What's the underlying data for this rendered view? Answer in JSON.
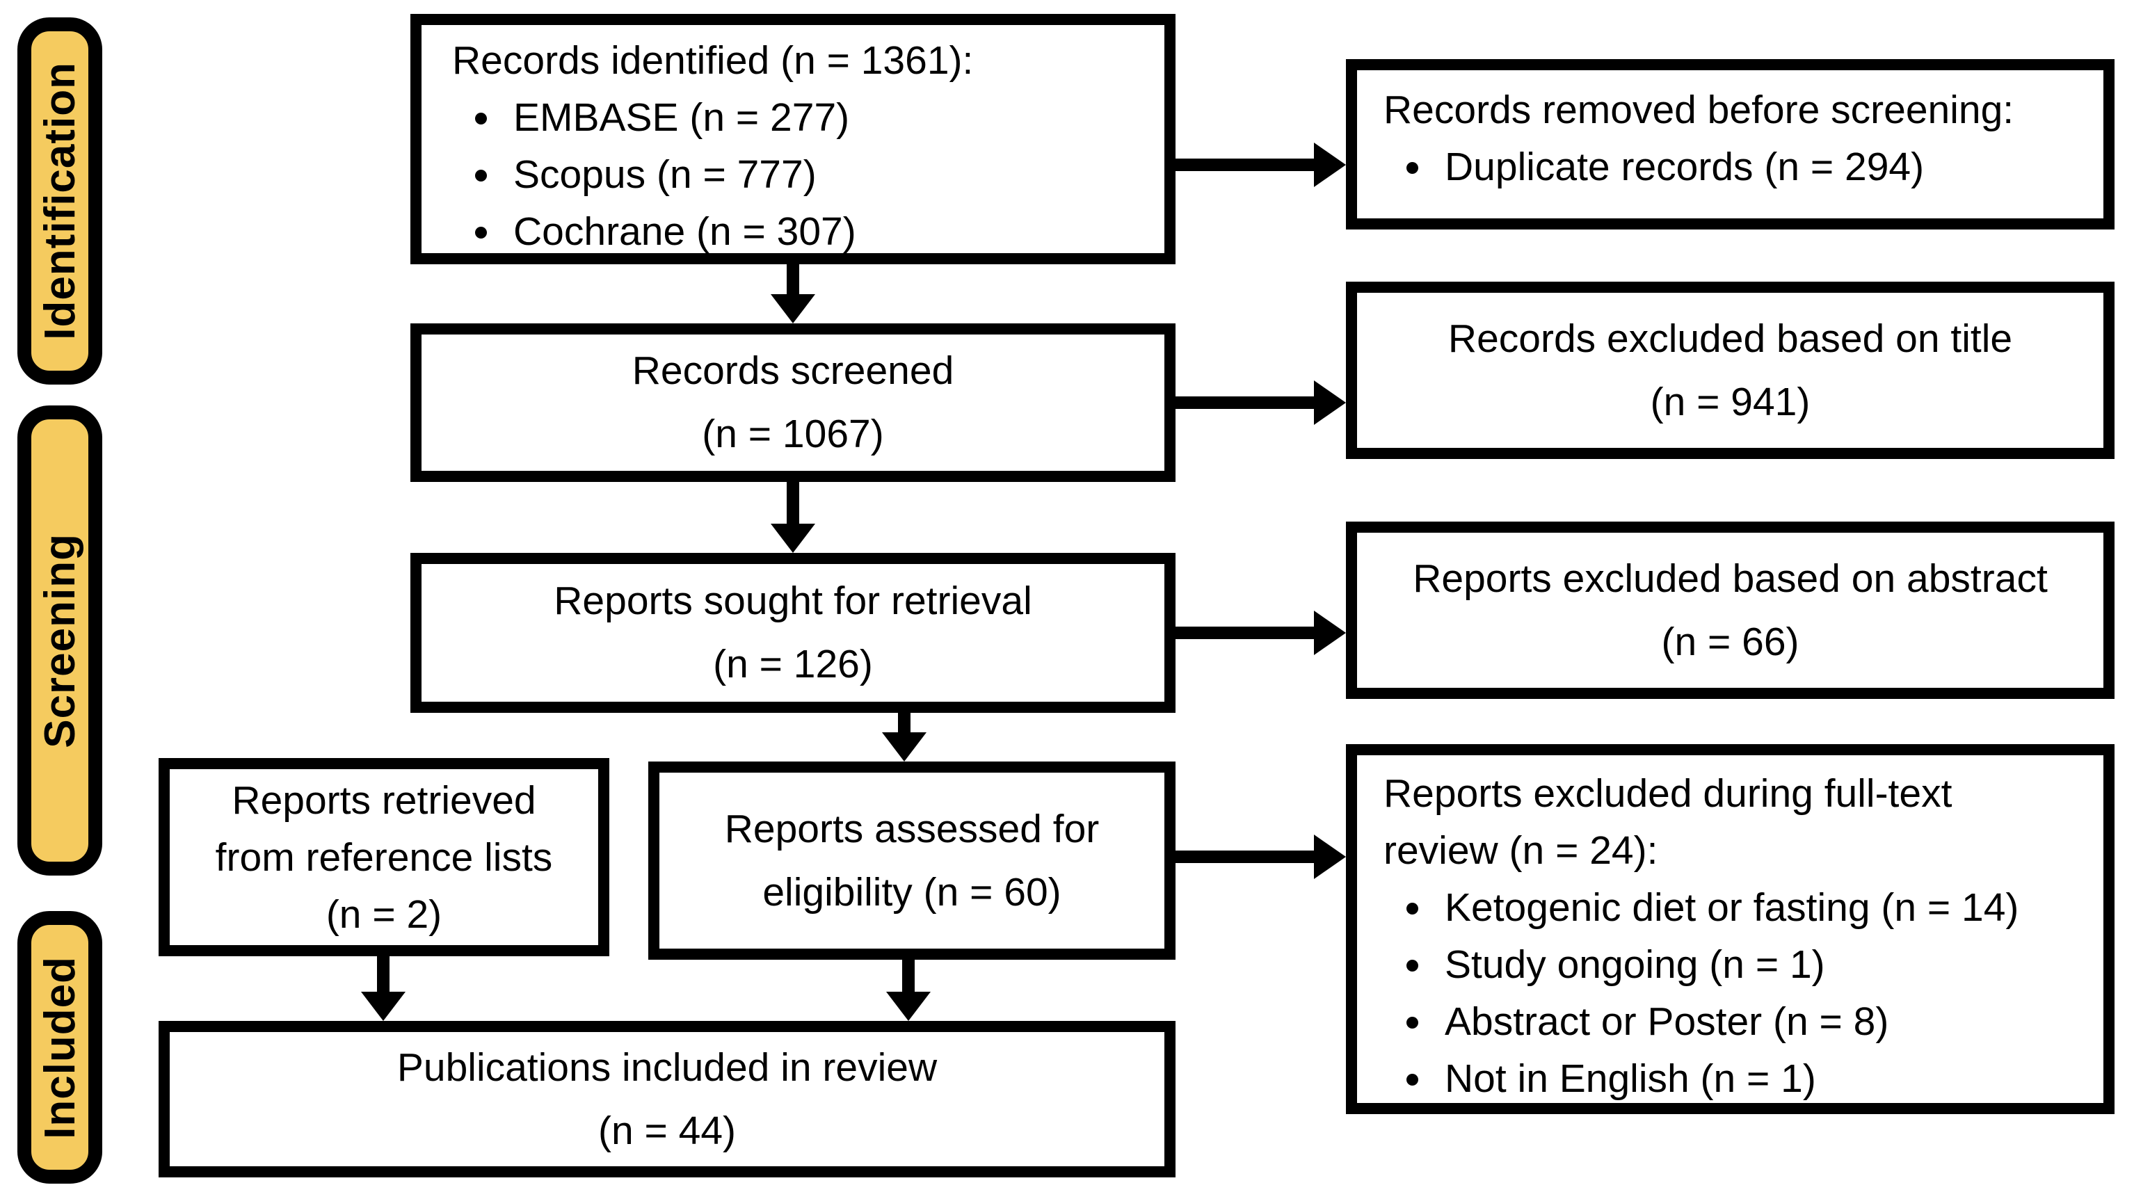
{
  "diagram": {
    "type": "PRISMA flow diagram",
    "colors": {
      "stage_label_fill": "#F5CB5F",
      "box_fill": "#FFFFFF",
      "line_color": "#000000"
    },
    "stages": {
      "identification": "Identification",
      "screening": "Screening",
      "included": "Included"
    },
    "boxes": {
      "records_identified": {
        "title": "Records identified (n = 1361):",
        "bullets": [
          "EMBASE (n = 277)",
          "Scopus (n = 777)",
          "Cochrane (n = 307)"
        ]
      },
      "records_removed": {
        "title": "Records removed before screening:",
        "bullets": [
          "Duplicate records (n = 294)"
        ]
      },
      "records_screened": {
        "lines": [
          "Records screened",
          "(n = 1067)"
        ]
      },
      "records_excluded_title": {
        "lines": [
          "Records excluded based on title",
          "(n = 941)"
        ]
      },
      "reports_sought": {
        "lines": [
          "Reports sought for retrieval",
          "(n = 126)"
        ]
      },
      "reports_excluded_abstract": {
        "lines": [
          "Reports excluded based on abstract",
          "(n = 66)"
        ]
      },
      "reports_reference": {
        "lines": [
          "Reports retrieved",
          "from reference lists",
          "(n = 2)"
        ]
      },
      "reports_assessed": {
        "lines": [
          "Reports assessed for",
          "eligibility (n = 60)"
        ]
      },
      "reports_excluded_fulltext": {
        "title_lines": [
          "Reports excluded during full-text",
          "review (n = 24):"
        ],
        "bullets": [
          "Ketogenic diet or fasting (n = 14)",
          "Study ongoing (n = 1)",
          "Abstract or Poster (n = 8)",
          "Not in English (n = 1)"
        ]
      },
      "publications_included": {
        "lines": [
          "Publications included in review",
          "(n = 44)"
        ]
      }
    }
  }
}
